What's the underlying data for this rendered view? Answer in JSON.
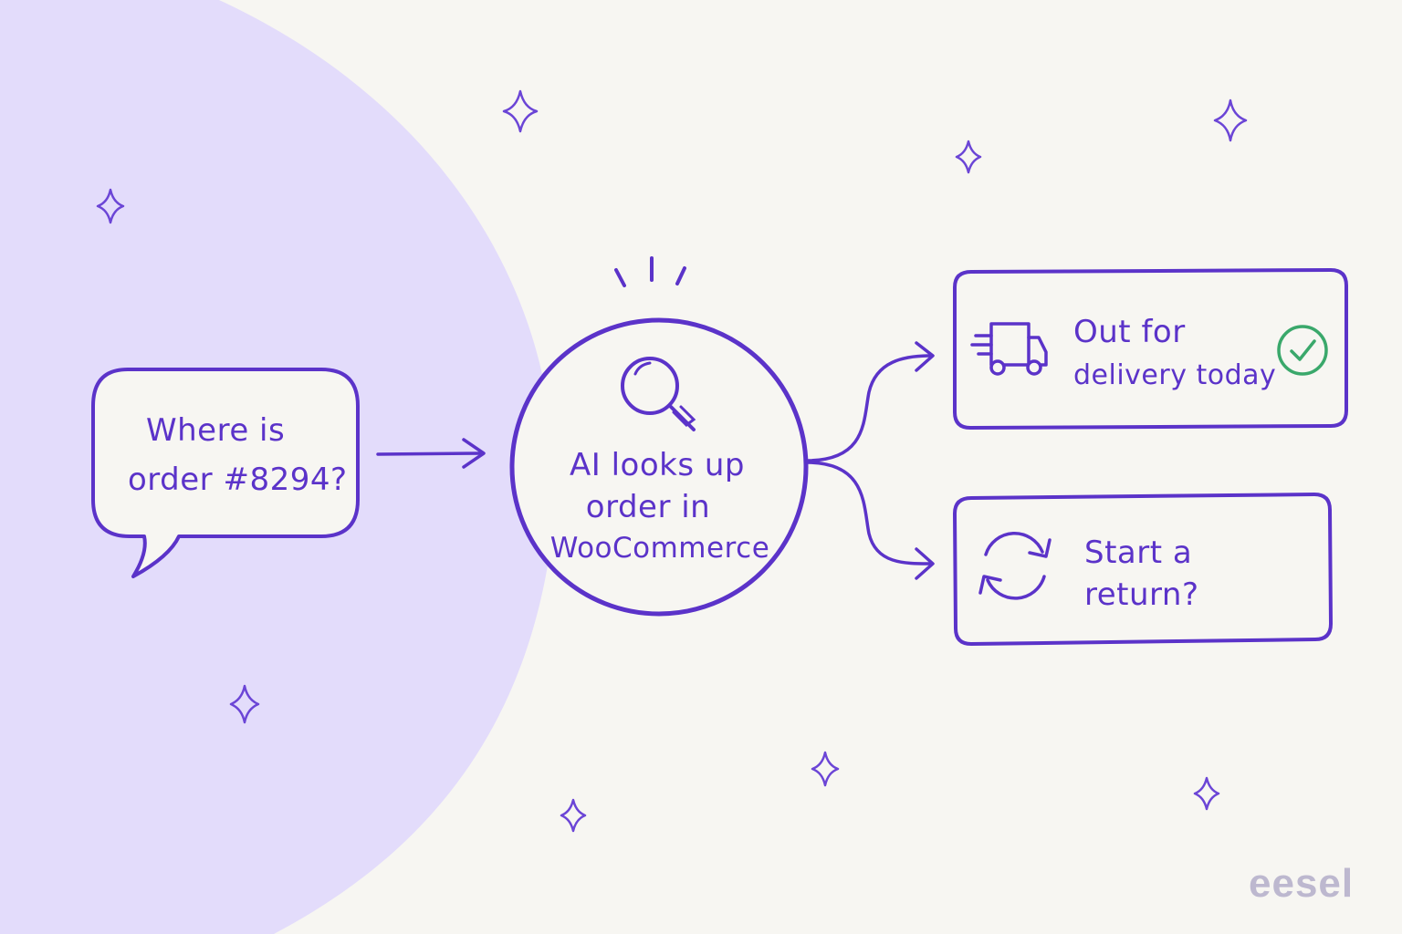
{
  "colors": {
    "background": "#f7f6f2",
    "accent": "#5b33c9",
    "blob": "#e3dcfb",
    "check": "#3aa86b",
    "brand": "#bdb8cf"
  },
  "question_bubble": {
    "line1": "Where is",
    "line2": "order #8294?"
  },
  "center_node": {
    "icon": "magnifier-icon",
    "line1": "AI looks up",
    "line2": "order in",
    "line3": "WooCommerce"
  },
  "outcome_delivery": {
    "icon": "delivery-truck-icon",
    "line1": "Out for",
    "line2": "delivery today",
    "status_icon": "check-circle-icon"
  },
  "outcome_return": {
    "icon": "refresh-cycle-icon",
    "line1": "Start a",
    "line2": "return?"
  },
  "brand": {
    "logo_text": "eesel"
  }
}
